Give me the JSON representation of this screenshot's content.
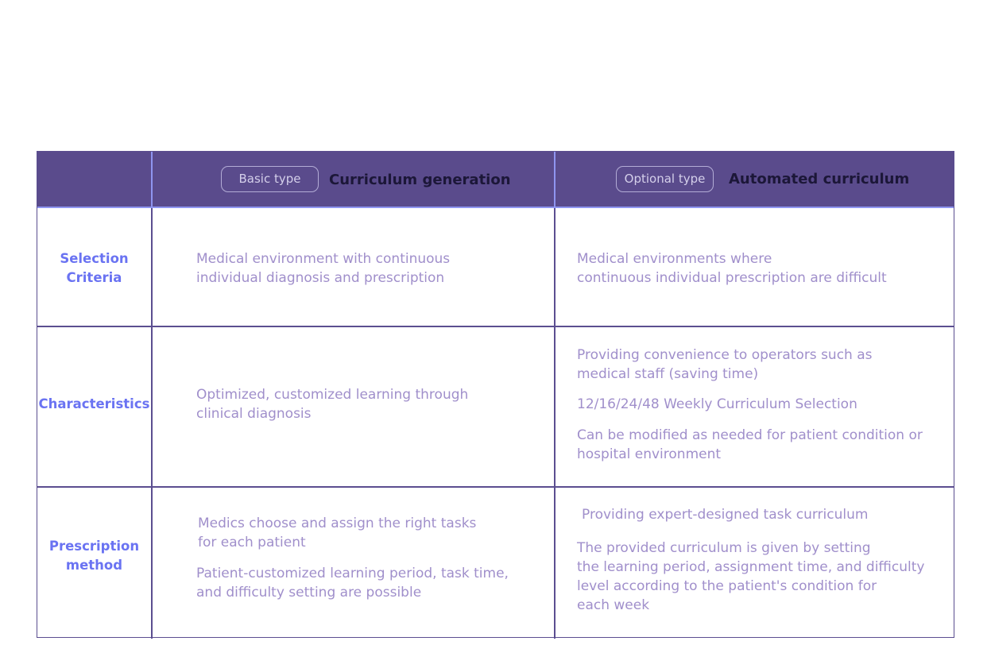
{
  "header": {
    "col1": {
      "tag": "Basic type",
      "title": "Curriculum generation"
    },
    "col2": {
      "tag": "Optional type",
      "title": "Automated curriculum"
    }
  },
  "rows": [
    {
      "label_lines": [
        "Selection",
        "Criteria"
      ],
      "col1": [
        [
          "Medical environment with continuous",
          "individual diagnosis and prescription"
        ]
      ],
      "col2": [
        [
          "Medical environments where",
          "continuous individual prescription are difficult"
        ]
      ]
    },
    {
      "label_lines": [
        "Characteristics"
      ],
      "col1": [
        [
          "Optimized, customized learning through",
          "clinical diagnosis"
        ]
      ],
      "col2": [
        [
          "Providing convenience to operators such as",
          "medical staff  (saving time)"
        ],
        [
          "12/16/24/48 Weekly Curriculum Selection"
        ],
        [
          "Can be modified as needed for patient condition or",
          "hospital environment"
        ]
      ]
    },
    {
      "label_lines": [
        "Prescription",
        "method"
      ],
      "col1": [
        [
          "Medics choose and assign the right tasks",
          "for each patient"
        ],
        [
          "Patient-customized learning period, task time,",
          "and difficulty setting are possible"
        ]
      ],
      "col2": [
        [
          "Providing expert-designed task curriculum"
        ],
        [
          "The provided curriculum is given by setting",
          "the learning period, assignment time, and difficulty",
          "level according to the patient's condition for",
          "each week"
        ]
      ]
    }
  ]
}
